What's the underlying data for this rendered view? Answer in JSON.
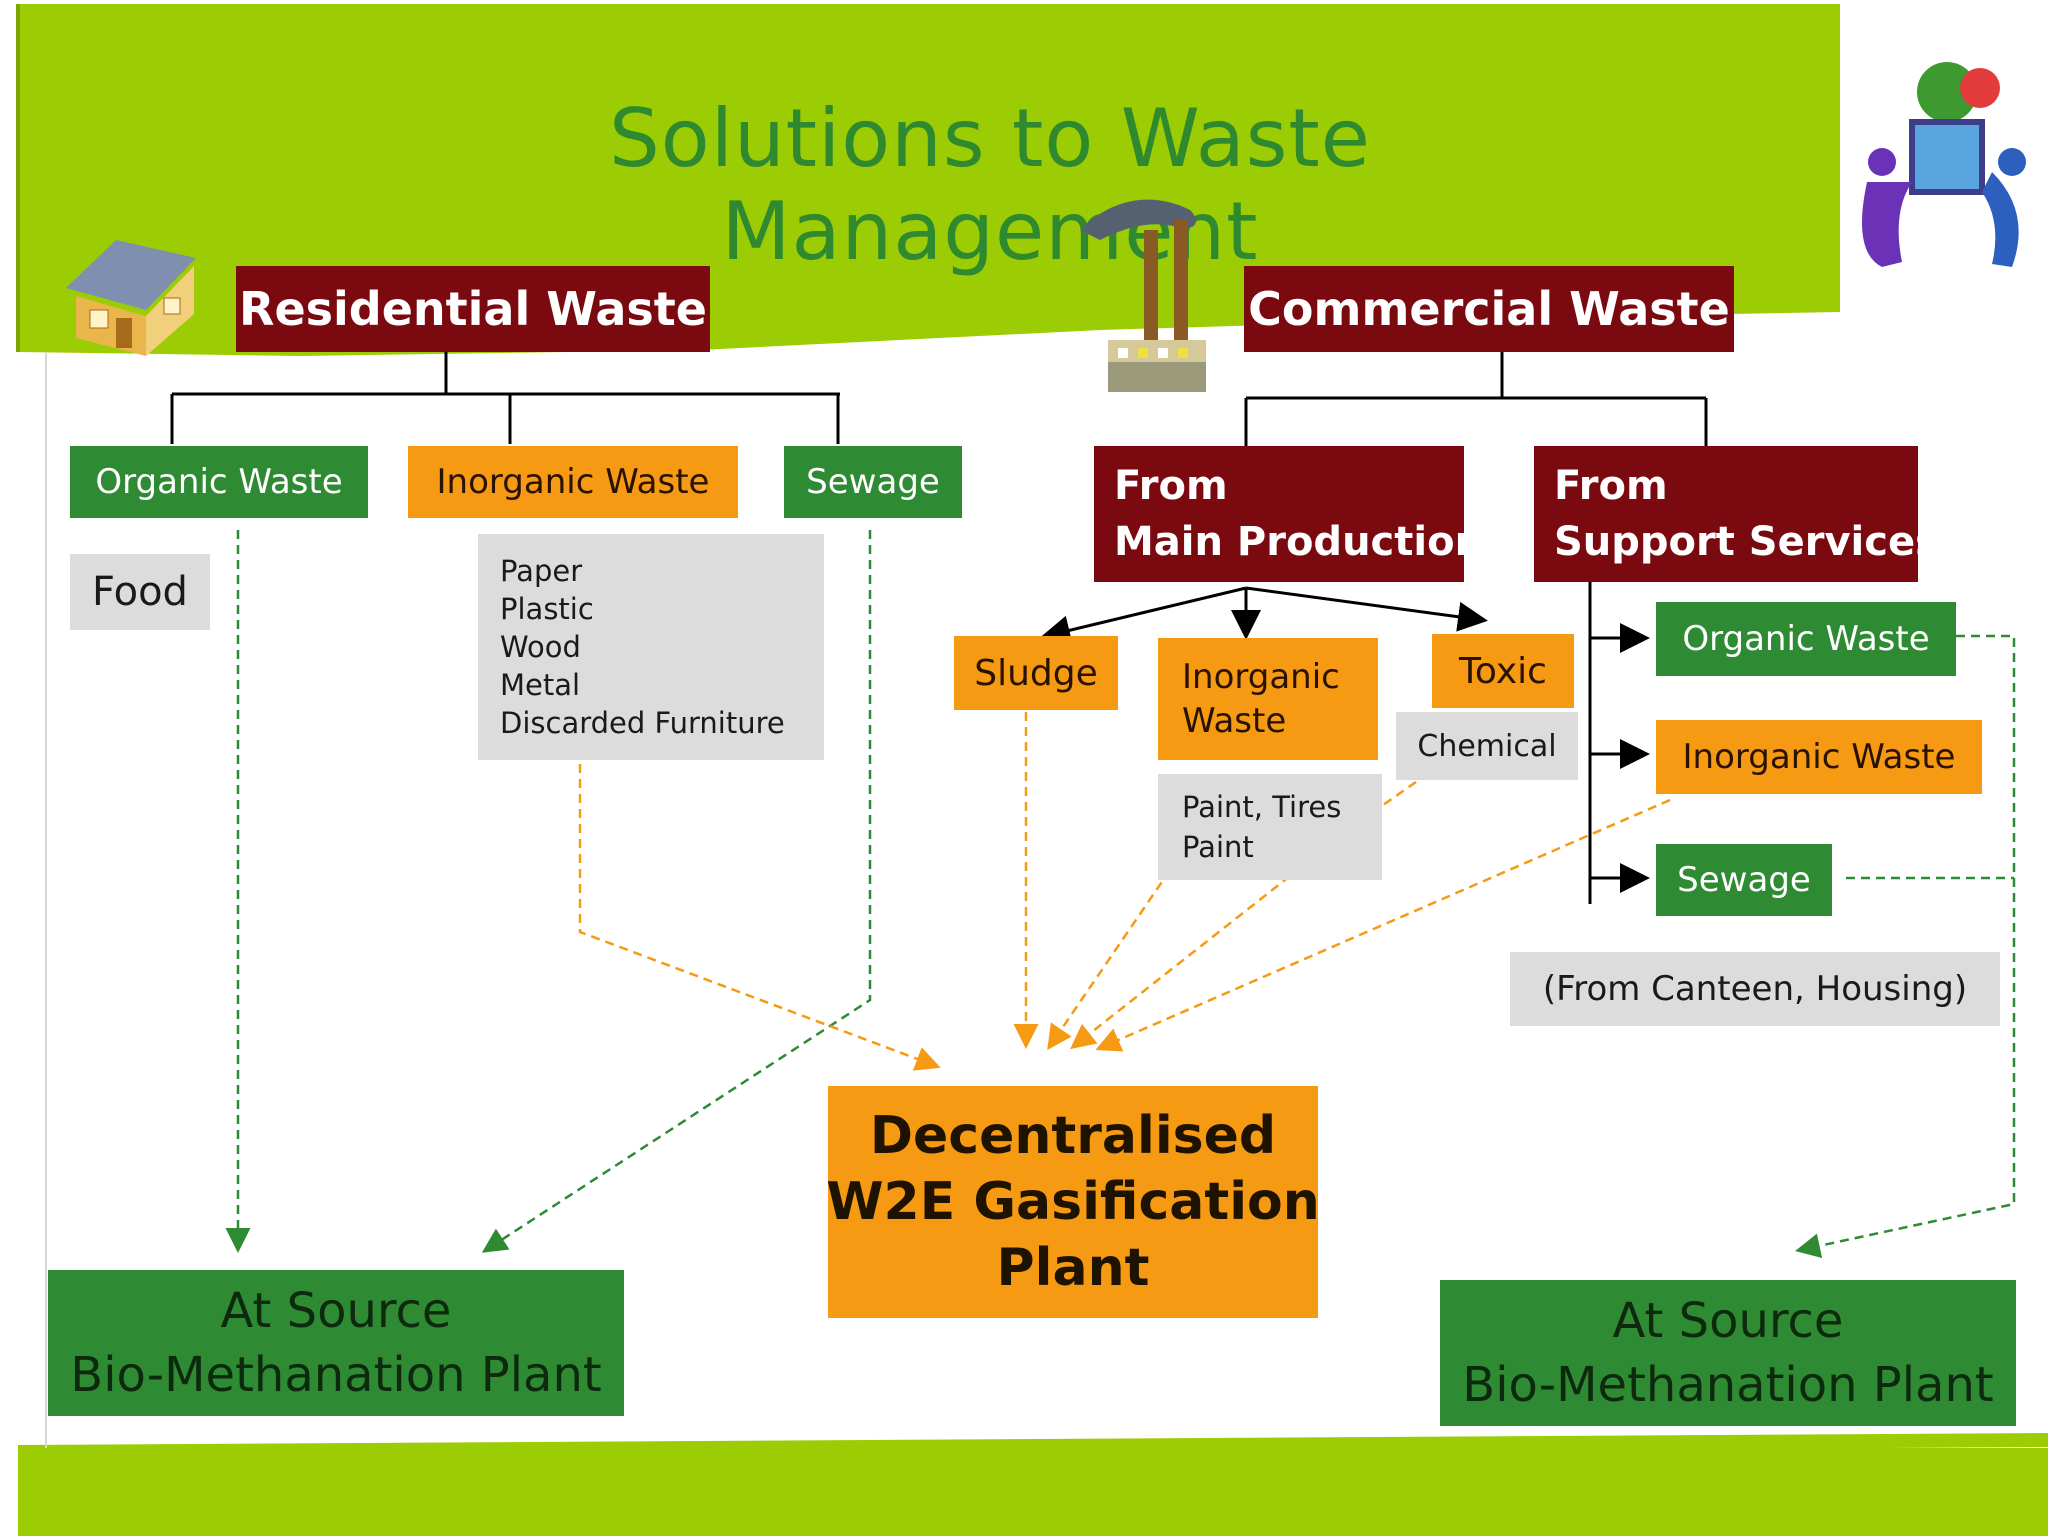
{
  "title": "Solutions to Waste Management",
  "colors": {
    "band": "#9ccc04",
    "maroon": "#7b0a10",
    "green": "#2e8b33",
    "orange": "#f59a12",
    "grey": "#dcdcdc",
    "title": "#2f8a2f"
  },
  "residential": {
    "header": "Residential Waste",
    "organic": "Organic Waste",
    "inorganic": "Inorganic Waste",
    "sewage": "Sewage",
    "food": "Food",
    "inorganic_items": [
      "Paper",
      "Plastic",
      "Wood",
      "Metal",
      "Discarded Furniture"
    ]
  },
  "commercial": {
    "header": "Commercial Waste",
    "main_production": [
      "From",
      "Main Production"
    ],
    "support_services": [
      "From",
      "Support Services"
    ],
    "sludge": "Sludge",
    "inorganic": [
      "Inorganic",
      "Waste"
    ],
    "toxic": "Toxic",
    "chemical": "Chemical",
    "paint_tires": [
      "Paint, Tires",
      "Paint"
    ],
    "support_organic": "Organic Waste",
    "support_inorganic": "Inorganic Waste",
    "support_sewage": "Sewage",
    "canteen_note": "(From Canteen, Housing)"
  },
  "outputs": {
    "gasification": [
      "Decentralised",
      "W2E Gasification",
      "Plant"
    ],
    "bio_left": [
      "At Source",
      "Bio-Methanation Plant"
    ],
    "bio_right": [
      "At Source",
      "Bio-Methanation Plant"
    ]
  },
  "icons": [
    "house-icon",
    "factory-icon",
    "people-globe-icon"
  ]
}
